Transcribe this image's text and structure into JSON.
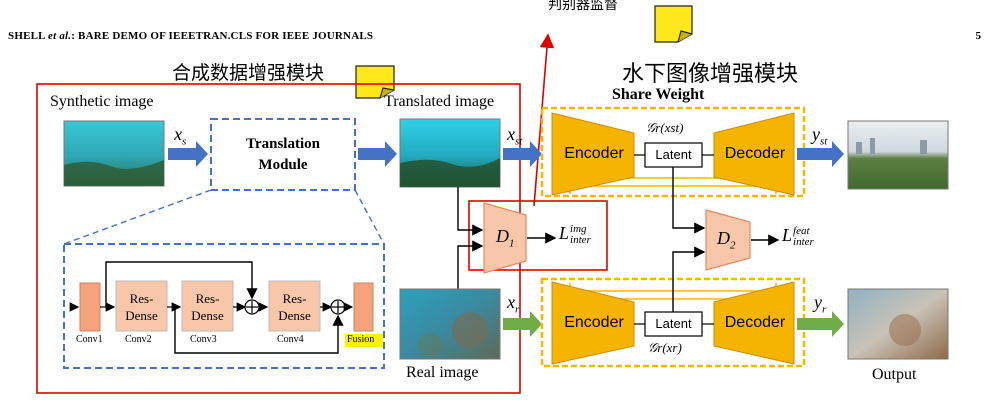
{
  "header": {
    "authors": "SHELL",
    "etal": "et al.",
    "title": ": BARE DEMO OF IEEETRAN.CLS FOR IEEE JOURNALS",
    "page_number": "5"
  },
  "annotations": {
    "discriminator_supervision": "判别器监督",
    "synthetic_module": "合成数据增强模块",
    "underwater_module": "水下图像增强模块"
  },
  "figure": {
    "synthetic_image_label": "Synthetic image",
    "translated_image_label": "Translated image",
    "real_image_label": "Real image",
    "output_label": "Output",
    "share_weight": "Share Weight",
    "translation_module": [
      "Translation",
      "Module"
    ],
    "x_s": "x",
    "x_s_sub": "s",
    "x_st": "x",
    "x_st_sub": "st",
    "x_r": "x",
    "x_r_sub": "r",
    "y_st": "y",
    "y_st_sub": "st",
    "y_r": "y",
    "y_r_sub": "r",
    "encoder": "Encoder",
    "decoder": "Decoder",
    "latent": "Latent",
    "g_st": "𝒢r(xst)",
    "g_r": "𝒢r(xr)",
    "d1": "D",
    "d1_sub": "1",
    "d2": "D",
    "d2_sub": "2",
    "l_img": "L",
    "l_img_sup": "img",
    "l_img_sub": "inter",
    "l_feat": "L",
    "l_feat_sup": "feat",
    "l_feat_sub": "inter",
    "blocks": {
      "res_dense": [
        "Res-",
        "Dense"
      ],
      "conv1": "Conv1",
      "conv2": "Conv2",
      "conv3": "Conv3",
      "conv4": "Conv4",
      "fusion": "Fusion"
    }
  }
}
